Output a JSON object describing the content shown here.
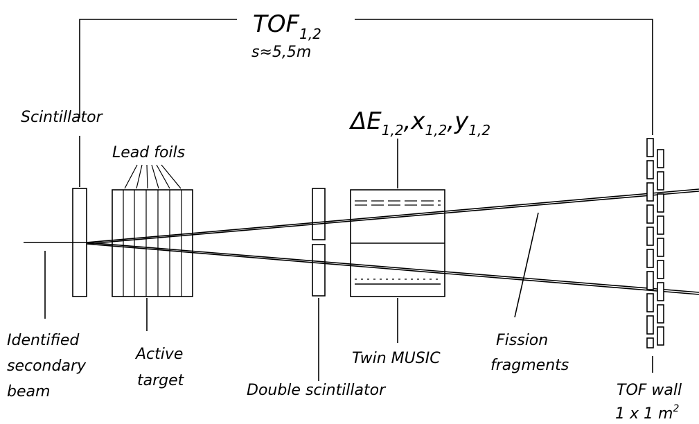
{
  "tof": {
    "label": "TOF",
    "subscript": "1,2",
    "distance": "s≈5,5m"
  },
  "detectors": {
    "scintillator": "Scintillator",
    "lead_foils": "Lead foils",
    "energy_loss": {
      "prefix": "ΔE",
      "sub1": "1,2",
      "x": "x",
      "sub2": "1,2",
      "y": "y",
      "sub3": "1,2",
      "sep": ","
    }
  },
  "bottom_labels": {
    "beam": [
      "Identified",
      "secondary",
      "beam"
    ],
    "active_target": [
      "Active",
      "target"
    ],
    "double_scintillator": "Double scintillator",
    "twin_music": "Twin MUSIC",
    "fission_fragments": [
      "Fission",
      "fragments"
    ],
    "tof_wall": [
      "TOF  wall",
      "1  x  1  m",
      "2"
    ]
  }
}
